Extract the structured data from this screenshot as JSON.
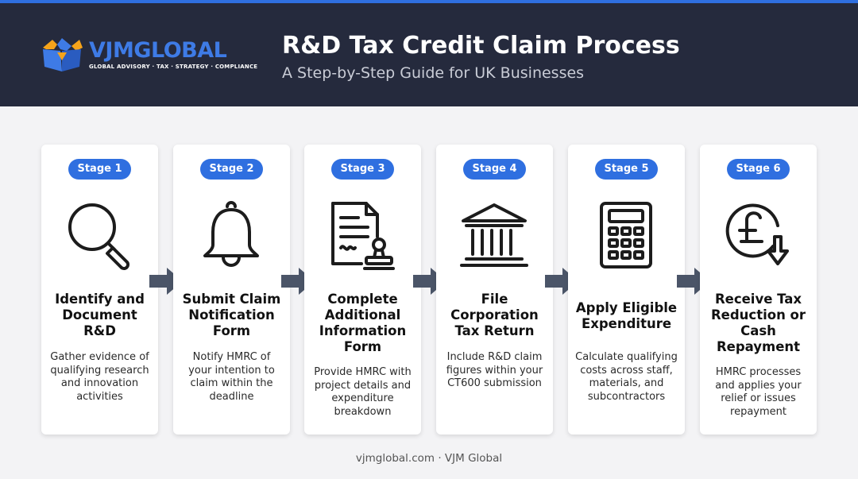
{
  "brand": {
    "name": "VJMGLOBAL",
    "tagline": "GLOBAL ADVISORY · TAX · STRATEGY · COMPLIANCE",
    "accent_color": "#2f6fe0",
    "header_color": "#252a3d",
    "logo_orange": "#f5a31a"
  },
  "header": {
    "title": "R&D Tax Credit Claim Process",
    "subtitle": "A Step-by-Step Guide for UK Businesses"
  },
  "stages": [
    {
      "badge": "Stage 1",
      "icon": "magnifier-icon",
      "title": "Identify and Document R&D",
      "description": "Gather evidence of qualifying research and innovation activities"
    },
    {
      "badge": "Stage 2",
      "icon": "bell-icon",
      "title": "Submit Claim Notification Form",
      "description": "Notify HMRC of your intention to claim within the deadline"
    },
    {
      "badge": "Stage 3",
      "icon": "document-stamp-icon",
      "title": "Complete Additional Information Form",
      "description": "Provide HMRC with project details and expenditure breakdown"
    },
    {
      "badge": "Stage 4",
      "icon": "government-building-icon",
      "title": "File Corporation Tax Return",
      "description": "Include R&D claim figures within your CT600 submission"
    },
    {
      "badge": "Stage 5",
      "icon": "calculator-icon",
      "title": "Apply Eligible Expenditure",
      "description": "Calculate qualifying costs across staff, materials, and subcontractors"
    },
    {
      "badge": "Stage 6",
      "icon": "pound-refund-icon",
      "title": "Receive Tax Reduction or Cash Repayment",
      "description": "HMRC processes and applies your relief or issues repayment"
    }
  ],
  "footer": {
    "text": "vjmglobal.com · VJM Global"
  }
}
